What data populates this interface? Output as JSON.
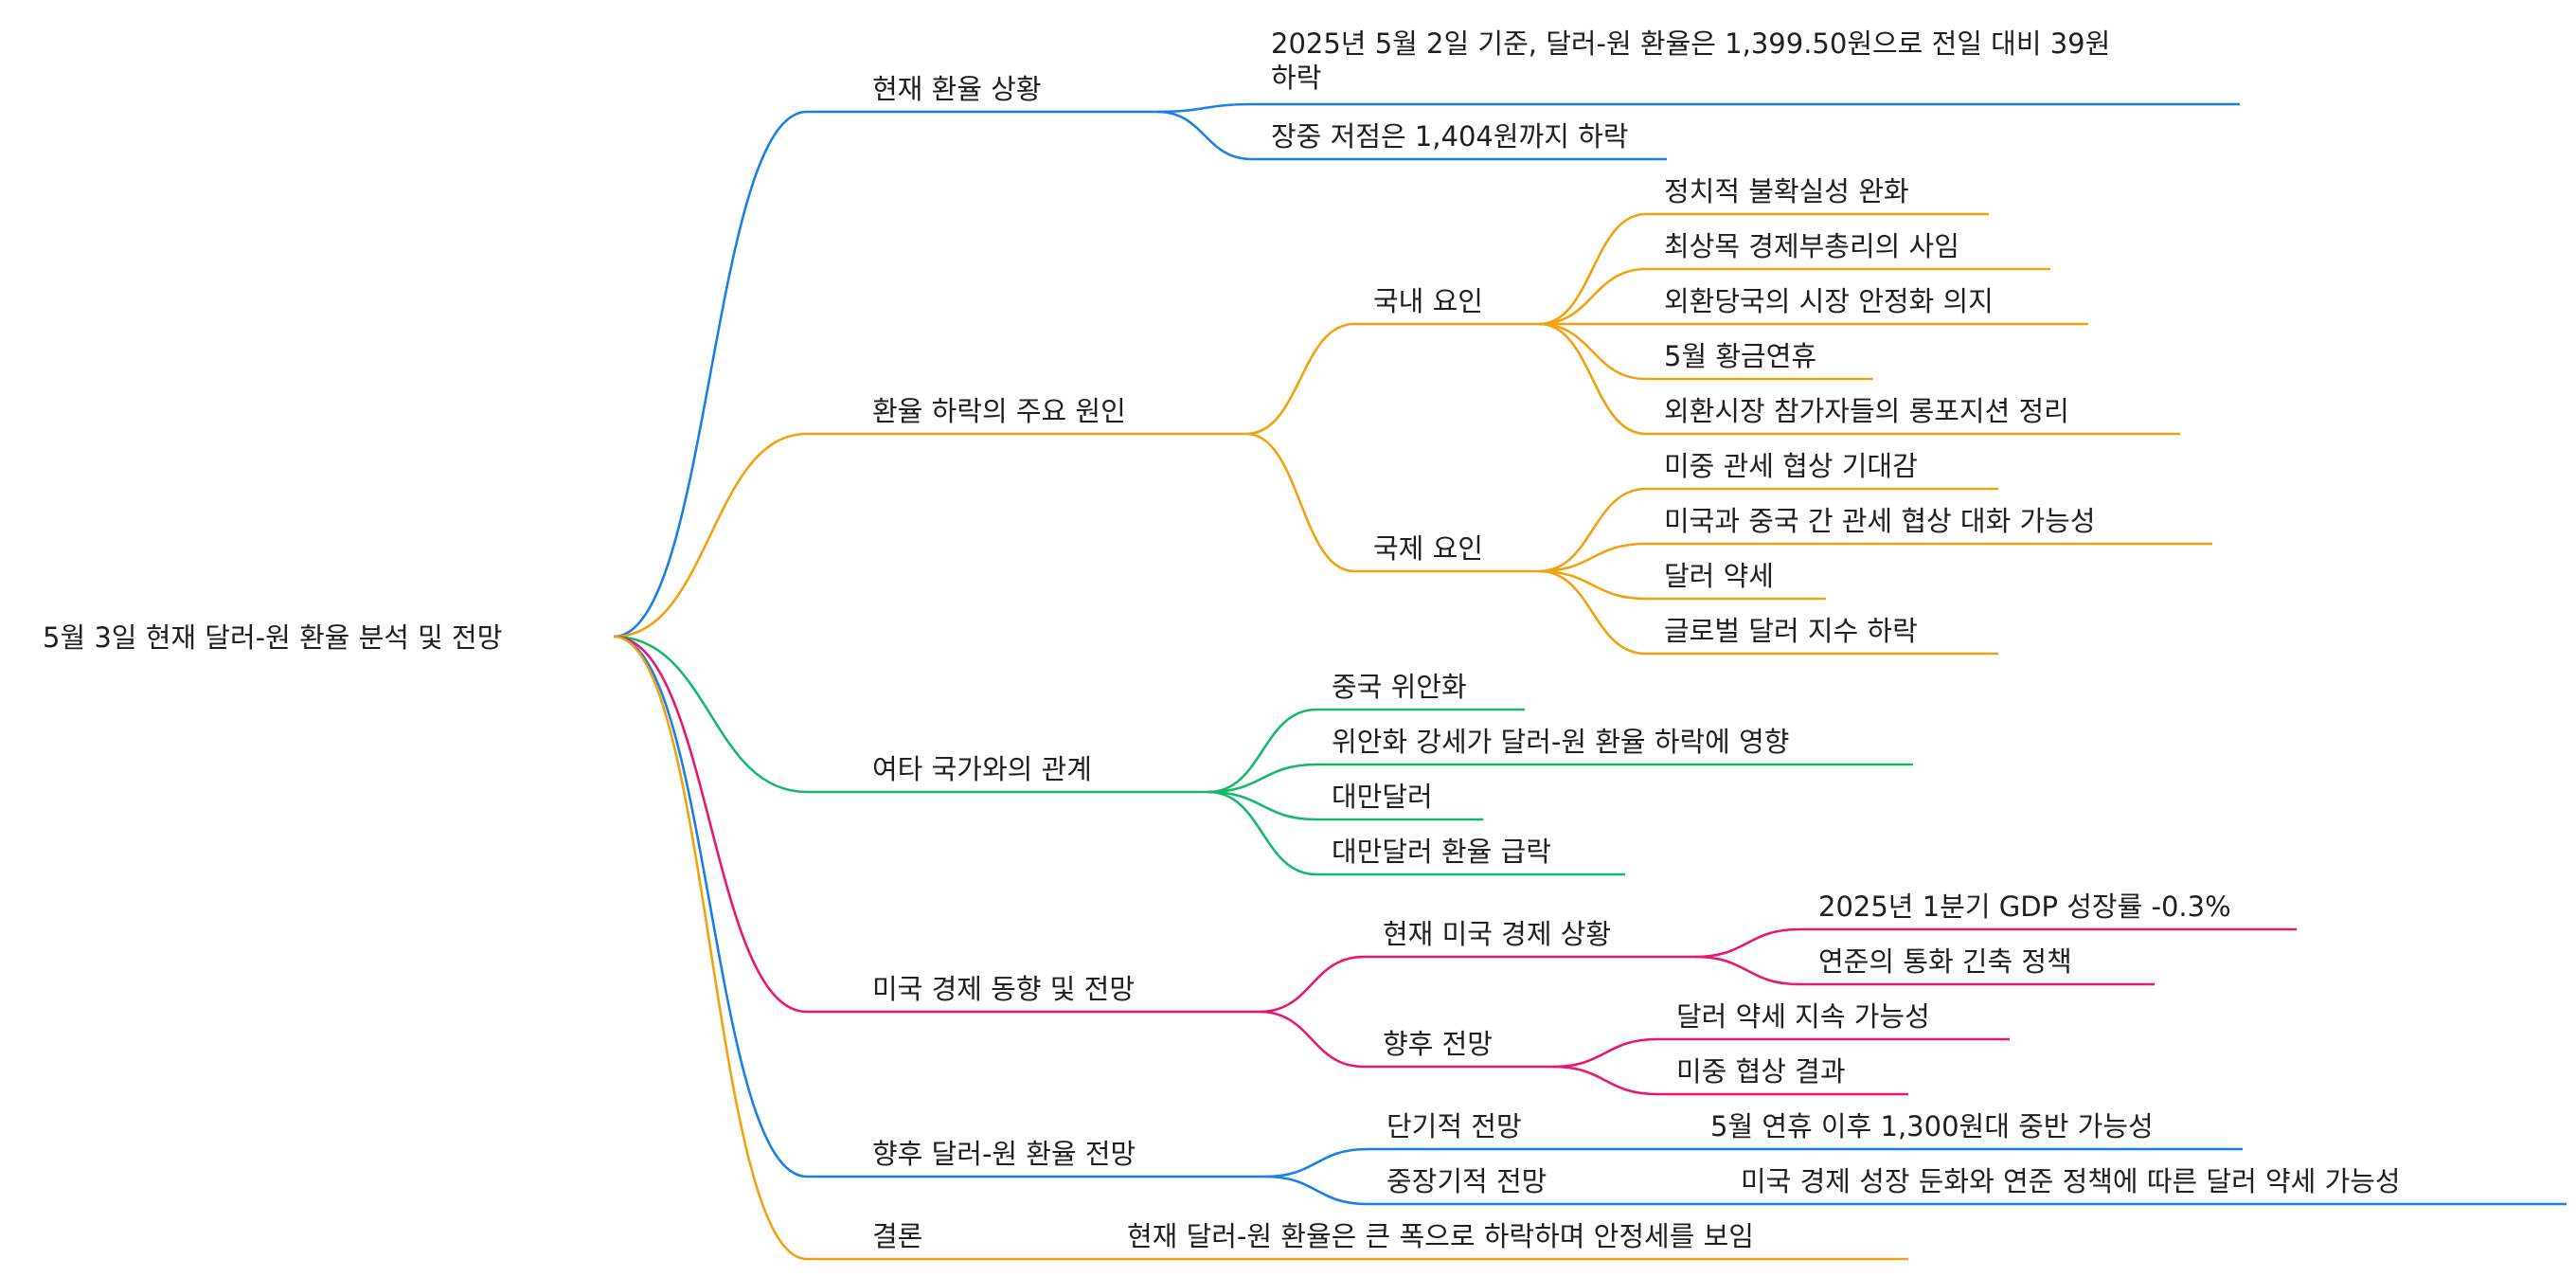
{
  "colors": {
    "blue": "#1a7fe6",
    "orange": "#f2a111",
    "green": "#15b86a",
    "pink": "#e8176f"
  },
  "root": {
    "label": "5월 3일 현재 달러-원 환율 분석 및 전망"
  },
  "branches": [
    {
      "id": "b1",
      "color": "blue",
      "label": "현재 환율 상황",
      "children": [
        {
          "id": "b1-1",
          "label_lines": [
            "2025년 5월 2일 기준, 달러-원 환율은 1,399.50원으로 전일 대비 39원",
            "하락"
          ]
        },
        {
          "id": "b1-2",
          "label": "장중 저점은 1,404원까지 하락"
        }
      ]
    },
    {
      "id": "b2",
      "color": "orange",
      "label": "환율 하락의 주요 원인",
      "children": [
        {
          "id": "b2-1",
          "label": "국내 요인",
          "children": [
            {
              "id": "b2-1-1",
              "label": "정치적 불확실성 완화"
            },
            {
              "id": "b2-1-2",
              "label": "최상목 경제부총리의 사임"
            },
            {
              "id": "b2-1-3",
              "label": "외환당국의 시장 안정화 의지"
            },
            {
              "id": "b2-1-4",
              "label": "5월 황금연휴"
            },
            {
              "id": "b2-1-5",
              "label": "외환시장 참가자들의 롱포지션 정리"
            }
          ]
        },
        {
          "id": "b2-2",
          "label": "국제 요인",
          "children": [
            {
              "id": "b2-2-1",
              "label": "미중 관세 협상 기대감"
            },
            {
              "id": "b2-2-2",
              "label": "미국과 중국 간 관세 협상 대화 가능성"
            },
            {
              "id": "b2-2-3",
              "label": "달러 약세"
            },
            {
              "id": "b2-2-4",
              "label": "글로벌 달러 지수 하락"
            }
          ]
        }
      ]
    },
    {
      "id": "b3",
      "color": "green",
      "label": "여타 국가와의 관계",
      "children": [
        {
          "id": "b3-1",
          "label": "중국 위안화"
        },
        {
          "id": "b3-2",
          "label": "위안화 강세가 달러-원 환율 하락에 영향"
        },
        {
          "id": "b3-3",
          "label": "대만달러"
        },
        {
          "id": "b3-4",
          "label": "대만달러 환율 급락"
        }
      ]
    },
    {
      "id": "b4",
      "color": "pink",
      "label": "미국 경제 동향 및 전망",
      "children": [
        {
          "id": "b4-1",
          "label": "현재 미국 경제 상황",
          "children": [
            {
              "id": "b4-1-1",
              "label": "2025년 1분기 GDP 성장률 -0.3%"
            },
            {
              "id": "b4-1-2",
              "label": "연준의 통화 긴축 정책"
            }
          ]
        },
        {
          "id": "b4-2",
          "label": "향후 전망",
          "children": [
            {
              "id": "b4-2-1",
              "label": "달러 약세 지속 가능성"
            },
            {
              "id": "b4-2-2",
              "label": "미중 협상 결과"
            }
          ]
        }
      ]
    },
    {
      "id": "b5",
      "color": "blue",
      "label": "향후 달러-원 환율 전망",
      "children": [
        {
          "id": "b5-1",
          "label": "단기적 전망",
          "children": [
            {
              "id": "b5-1-1",
              "label": "5월 연휴 이후 1,300원대 중반 가능성"
            }
          ]
        },
        {
          "id": "b5-2",
          "label": "중장기적 전망",
          "children": [
            {
              "id": "b5-2-1",
              "label": "미국 경제 성장 둔화와 연준 정책에 따른 달러 약세 가능성"
            }
          ]
        }
      ]
    },
    {
      "id": "b6",
      "color": "orange",
      "label": "결론",
      "children": [
        {
          "id": "b6-1",
          "label": "현재 달러-원 환율은 큰 폭으로 하락하며 안정세를 보임"
        }
      ]
    }
  ]
}
